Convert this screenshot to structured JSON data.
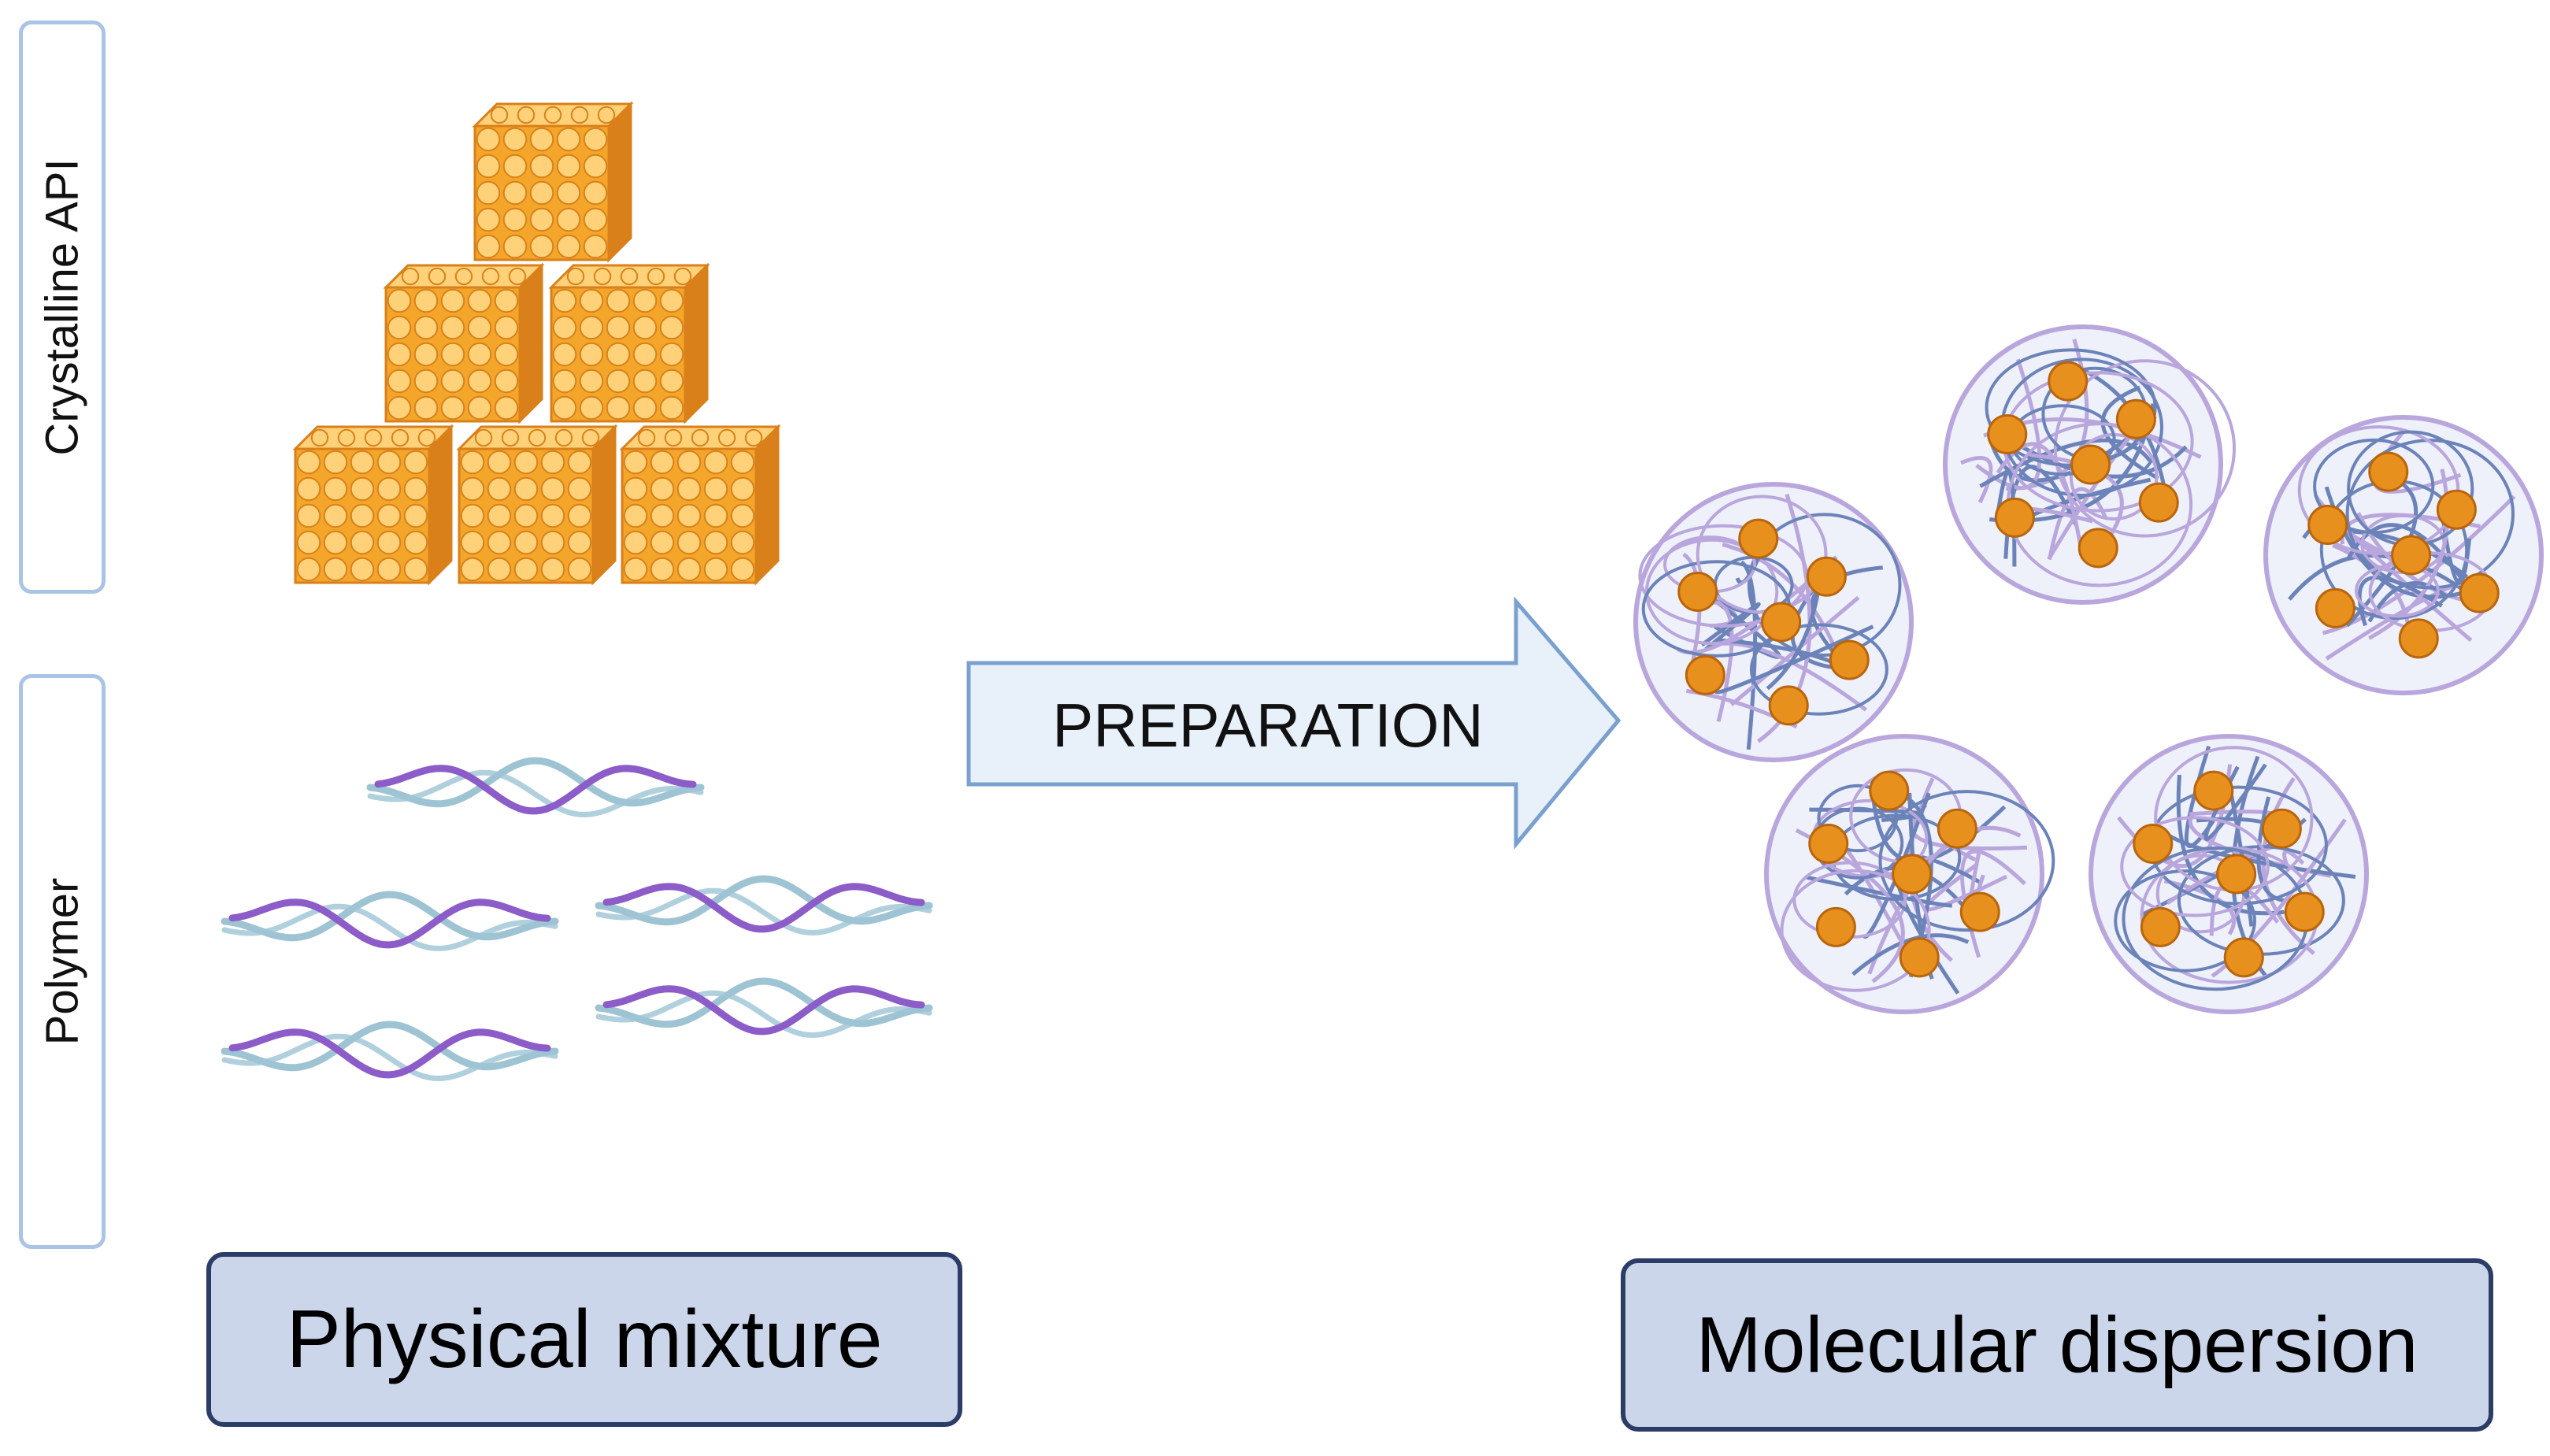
{
  "labels": {
    "crystalline": "Crystalline API",
    "polymer": "Polymer",
    "arrow": "PREPARATION",
    "physical_mixture": "Physical mixture",
    "molecular_dispersion": "Molecular dispersion"
  },
  "colors": {
    "crystal_fill": "#f4a62a",
    "crystal_dark": "#d9801a",
    "crystal_light": "#ffd27a",
    "polymer_purple": "#8c5cc8",
    "polymer_teal": "#9ec4d4",
    "coil_blue": "#6b83b8",
    "coil_lavender": "#b9a6dc",
    "drug_dot": "#e8901e",
    "arrow_fill": "#e8f0fa",
    "arrow_stroke": "#7aa0cf",
    "caption_fill": "#ccd6ea",
    "caption_border": "#2b3c66"
  },
  "icons": {
    "crystal": "crystal-cube-icon",
    "polymer": "polymer-strand-icon",
    "particle": "dispersion-particle-icon"
  }
}
